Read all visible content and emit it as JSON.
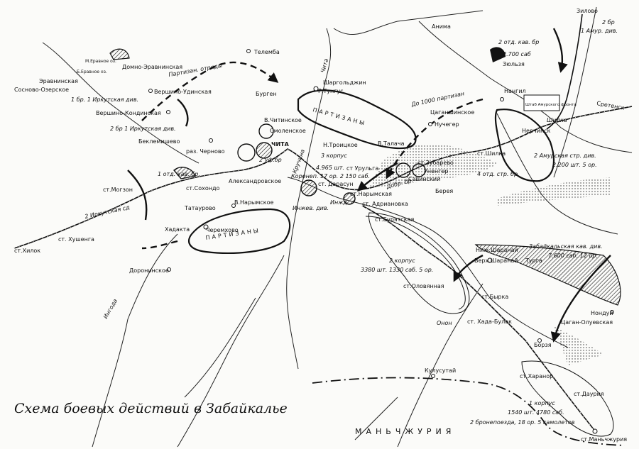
{
  "map": {
    "title": "Схема боевых действий в Забайкалье",
    "regions": {
      "manchuria": "МАНЬЧЖУРИЯ",
      "partisans": "ПАРТИЗАНЫ"
    },
    "places": {
      "zilovo": "Зилово",
      "anima": "Анима",
      "telemba": "Телемба",
      "m_eravnoe": "М.Еравное оз.",
      "b_eravnoe": "Б.Еравное оз.",
      "domno_eravninskaya": "Домно-Эравнинская",
      "eravninskaya": "Эравнинская",
      "sosnovo_ozerskoe": "Сосново-Озерское",
      "vershino_udinskaya": "Вершино-Удинская",
      "vershino_kondinskaya": "Вершино-Кондинская",
      "beklemishevo": "Беклемишево",
      "raz_chernovo": "раз. Черново",
      "v_chitinskoe": "В.Читинское",
      "smolenskoe": "Смоленское",
      "chita": "ЧИТА",
      "burgen": "Бурген",
      "shargoldjin": "Шаргольджин",
      "r_tungus": "Р.Тунгус",
      "n_troitskoe": "Н.Троицкое",
      "v_talacha": "В.Талача",
      "tsagan_shinskoe": "Цаганшинское",
      "nuchever": "Нучегер",
      "nerchinsk": "Нерчинск",
      "sretensk": "Сретенск",
      "nagil": "Нангил",
      "zyulzya": "Зюльзя",
      "st_shilka": "ст.Шилка",
      "shilka_river": "Шилка",
      "st_mogzon": "ст.Могзон",
      "st_sokhondo": "ст.Сохондо",
      "aleksandrovskoe": "Александровское",
      "tataurovo": "Татаурово",
      "v_narymskoe": "В.Нарымское",
      "khadakta": "Хадакта",
      "cheremkhovo": "Черемхово",
      "doroninskoe": "Доронинское",
      "st_khushenga": "ст. Хушенга",
      "st_khilok": "ст.Хилок",
      "st_urulga": "ст Урульга",
      "st_darasun": "ст. Дарасун",
      "st_narymskaya": "ст.Нарымская",
      "st_adrianovka": "ст. Адриановка",
      "st_zubarevo": "ст.Зубарево",
      "unenger": "Уненгер",
      "savinskiy": "Савинский",
      "bereya": "Берея",
      "st_buryatskaya": "ст.Бурятская",
      "sharanay": "Ниж.Шаранай",
      "verkh_sharanay": "Верх.Шаранай",
      "turga": "Турга",
      "st_olovyannaya": "ст.Оловянная",
      "st_bykna": "ст.Бырка",
      "st_khada_bulak": "ст. Хада-Булак",
      "nonduy": "Нондуй",
      "tsagan_oluevskaya": "Цаган-Олуевская",
      "borzya": "Борзя",
      "kulusutay": "Кулусутай",
      "st_kharanor": "ст.Харанор",
      "st_dauria": "ст.Даурия",
      "st_manchzhuriya": "ст.Маньчжурия",
      "river_onon": "Онон",
      "river_ingoda": "Ингода",
      "river_chita": "Чита",
      "river_kruchina": "Кручина"
    },
    "annotations": {
      "partisan_detachments": "Партизан. отряды",
      "irk_div_1": "1 бр. 1 Иркутская див.",
      "irk_div_2": "2 бр 1 Иркутская див.",
      "otd_kav_br": "1 отд. кав. бр.",
      "irk_sd_2": "2 Иркутская сд",
      "ufa_br": "2 уф.бр",
      "corps_3": "3 корпус",
      "corps_3_strength": "4.965 шт.",
      "armored_train": "Коренеп. 17 ор. 2 150 саб.",
      "inzh_div": "Инжев. див.",
      "inzh": "Инжд",
      "dobr_br": "Добр. бр.",
      "partisans_1000": "До 1000 партизан",
      "amur_div_2": "2 Амурская стр. див.",
      "amur_div_2_strength": "2.200 шт. 5 ор.",
      "otd_str_br_4": "4 отд. стр. бр",
      "amur_div_1": "1 Амур. див.",
      "br_2": "2 бр",
      "kav_br_2": "2 отд. кав. бр",
      "kav_br_2_strength": "2.700 саб",
      "hq_amur_front": "Штаб Амурского фронта",
      "corps_2": "2 корпус",
      "corps_2_strength": "3380 шт. 1330 саб. 5 ор.",
      "zab_cav_div": "Забайкальская кав. див.",
      "zab_cav_div_strength": "7.600 саб. 12 ор.",
      "corps_1": "1 корпус",
      "corps_1_strength": "1540 шт. 4780 саб.",
      "armored_trains_2": "2 бронепоезда, 18 ор. 5 самолетов"
    },
    "colors": {
      "ink": "#111111",
      "paper": "#fbfbf9"
    }
  }
}
